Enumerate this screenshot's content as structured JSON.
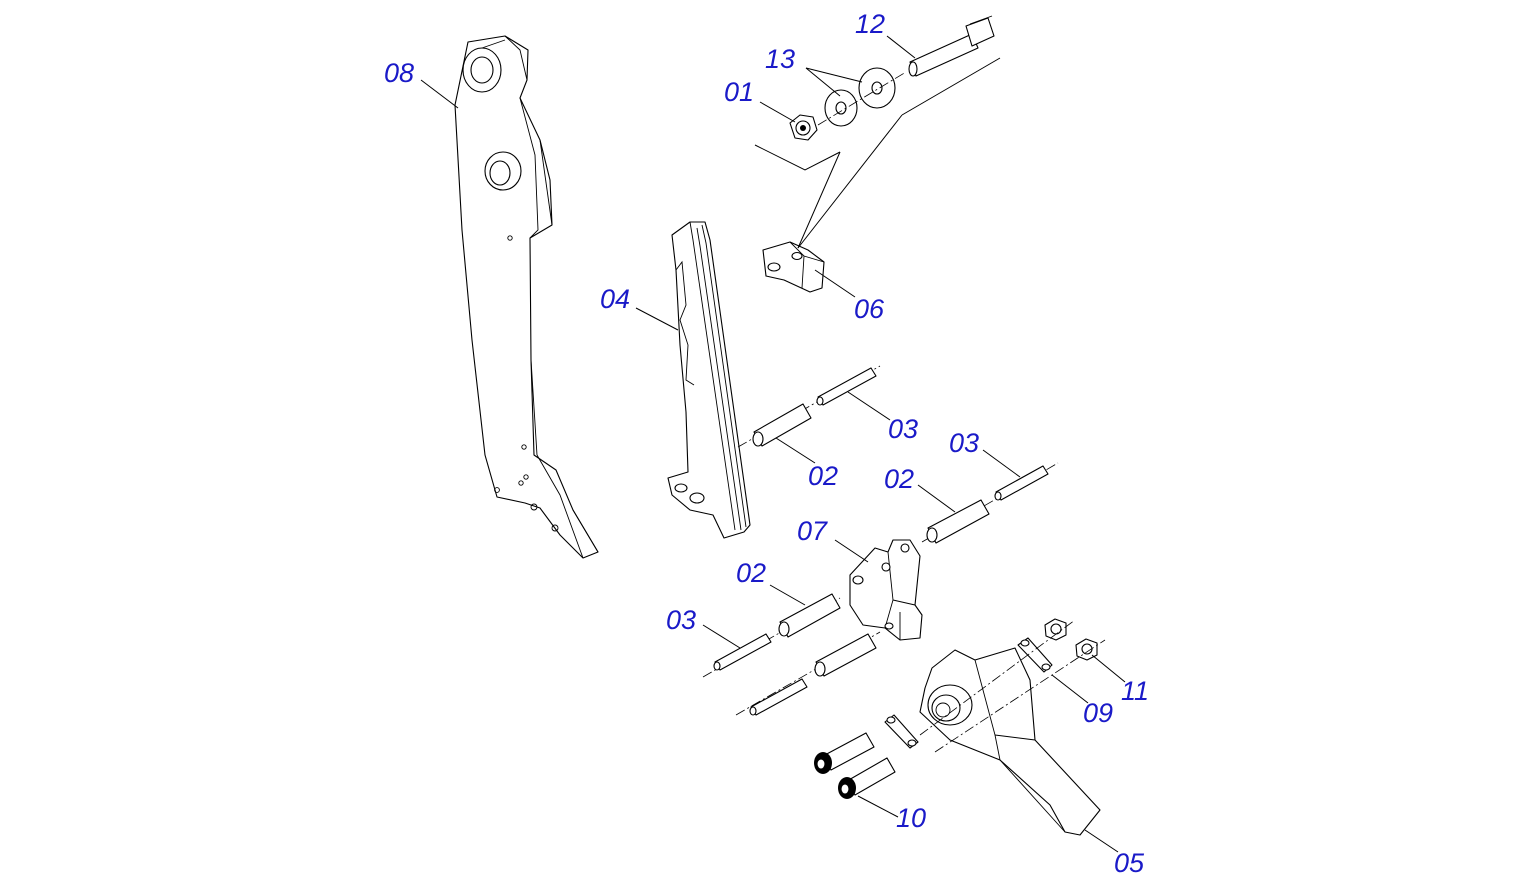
{
  "colors": {
    "label": "#1a1ac8",
    "lines": "#000000",
    "background": "#ffffff"
  },
  "callouts": [
    {
      "id": "c01",
      "text": "01"
    },
    {
      "id": "c02a",
      "text": "02"
    },
    {
      "id": "c02b",
      "text": "02"
    },
    {
      "id": "c02c",
      "text": "02"
    },
    {
      "id": "c03a",
      "text": "03"
    },
    {
      "id": "c03b",
      "text": "03"
    },
    {
      "id": "c03c",
      "text": "03"
    },
    {
      "id": "c04",
      "text": "04"
    },
    {
      "id": "c05",
      "text": "05"
    },
    {
      "id": "c06",
      "text": "06"
    },
    {
      "id": "c07",
      "text": "07"
    },
    {
      "id": "c08",
      "text": "08"
    },
    {
      "id": "c09",
      "text": "09"
    },
    {
      "id": "c10",
      "text": "10"
    },
    {
      "id": "c11",
      "text": "11"
    },
    {
      "id": "c12",
      "text": "12"
    },
    {
      "id": "c13",
      "text": "13"
    }
  ]
}
